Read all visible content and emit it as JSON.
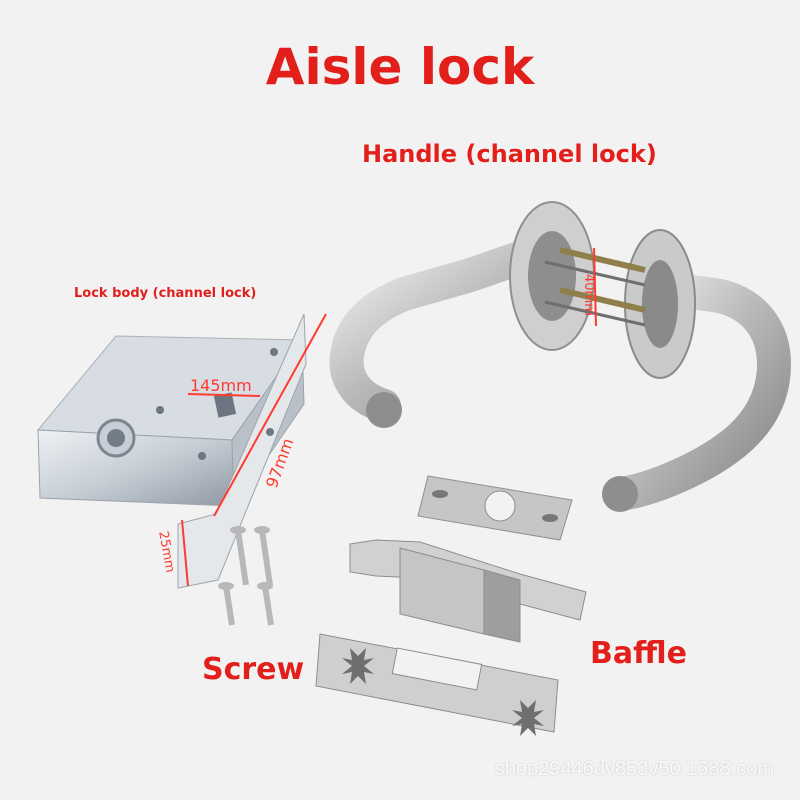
{
  "image": {
    "title": "Aisle lock",
    "labels": {
      "handle": "Handle (channel lock)",
      "lock_body": "Lock body (channel lock)",
      "screw": "Screw",
      "baffle": "Baffle"
    },
    "dimensions": {
      "body_length": "145mm",
      "body_height": "97mm",
      "body_depth": "25mm",
      "handle_spacing": "40mm"
    },
    "watermark": "shop29446dv853v50.1688.com"
  },
  "colors": {
    "background": "#f2f2f2",
    "label_red": "#e21f1a",
    "metal_light": "#d9dde2",
    "metal_mid": "#aeb6bf",
    "metal_dark": "#78818a",
    "steel": "#c9c9c9"
  },
  "objects": [
    "lock-body",
    "lever-handle",
    "rosette",
    "spindle",
    "strike-plate",
    "baffle-box",
    "faceplate",
    "screws"
  ]
}
